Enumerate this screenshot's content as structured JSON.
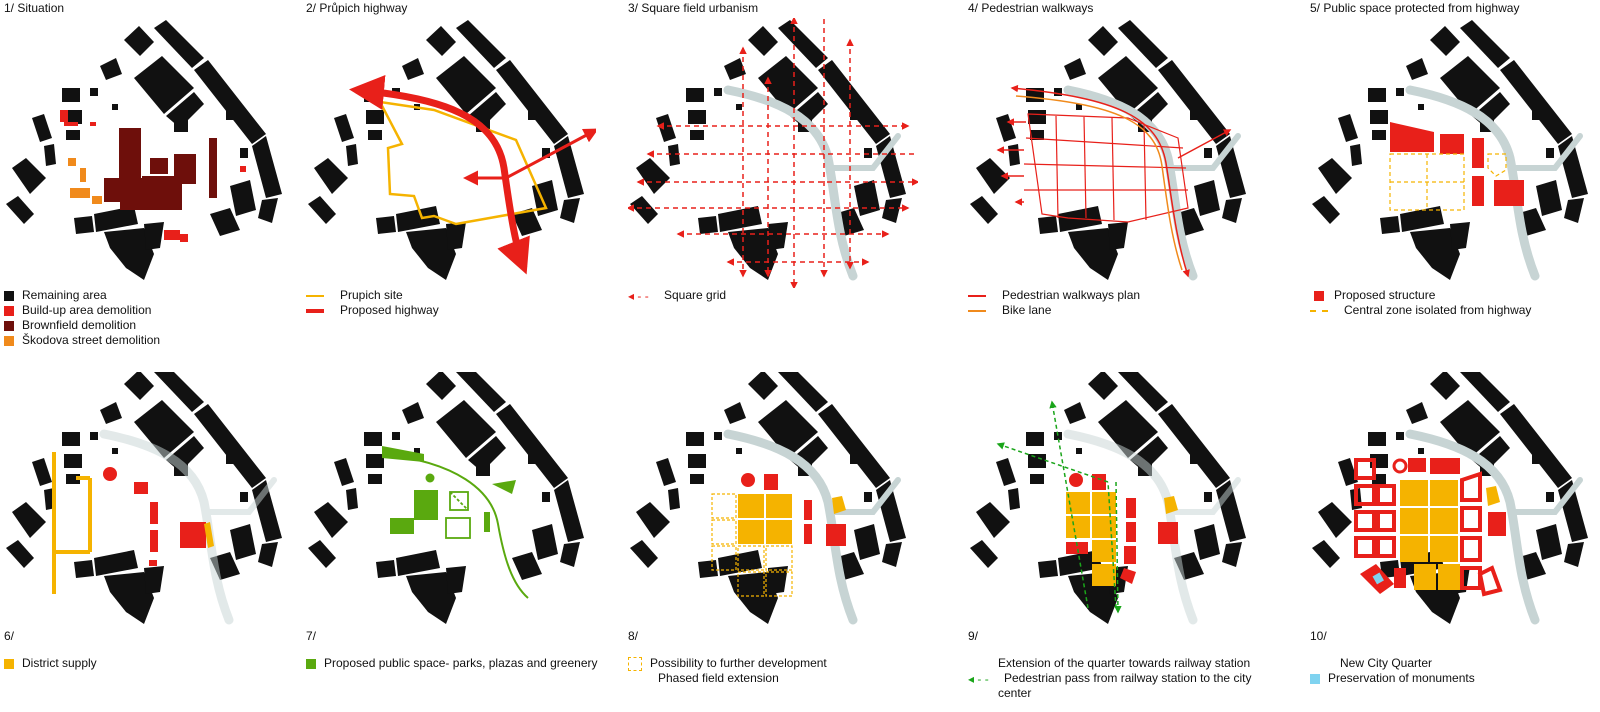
{
  "colors": {
    "black": "#111111",
    "red": "#e8201a",
    "darkred": "#6e0f0b",
    "orange": "#f08a1c",
    "yellow": "#f5b300",
    "green": "#5aa90f",
    "grey": "#c7d4d4",
    "lightblue": "#7fd3f0"
  },
  "panels": [
    {
      "title": "1/ Situation",
      "legend": [
        "Remaining area",
        "Build-up area demolition",
        "Brownfield demolition",
        "Škodova street demolition"
      ]
    },
    {
      "title": "2/ Průpich highway",
      "legend": [
        "Prupich site",
        "Proposed highway"
      ]
    },
    {
      "title": "3/ Square field urbanism",
      "legend": [
        "Square grid"
      ]
    },
    {
      "title": "4/ Pedestrian walkways",
      "legend": [
        "Pedestrian walkways plan",
        "Bike lane"
      ]
    },
    {
      "title": "5/ Public space protected from highway",
      "legend": [
        "Proposed structure",
        "Central zone isolated from highway"
      ]
    },
    {
      "title": "6/",
      "legend": [
        "District supply"
      ]
    },
    {
      "title": "7/",
      "legend": [
        "Proposed public space- parks, plazas and greenery"
      ]
    },
    {
      "title": "8/",
      "legend": [
        "Possibility to further development",
        "Phased field extension"
      ]
    },
    {
      "title": "9/",
      "legend": [
        "Extension of the quarter towards railway station",
        "Pedestrian pass from railway station to the city",
        "center"
      ]
    },
    {
      "title": "10/",
      "legend": [
        "New City Quarter",
        "Preservation of monuments"
      ]
    }
  ]
}
